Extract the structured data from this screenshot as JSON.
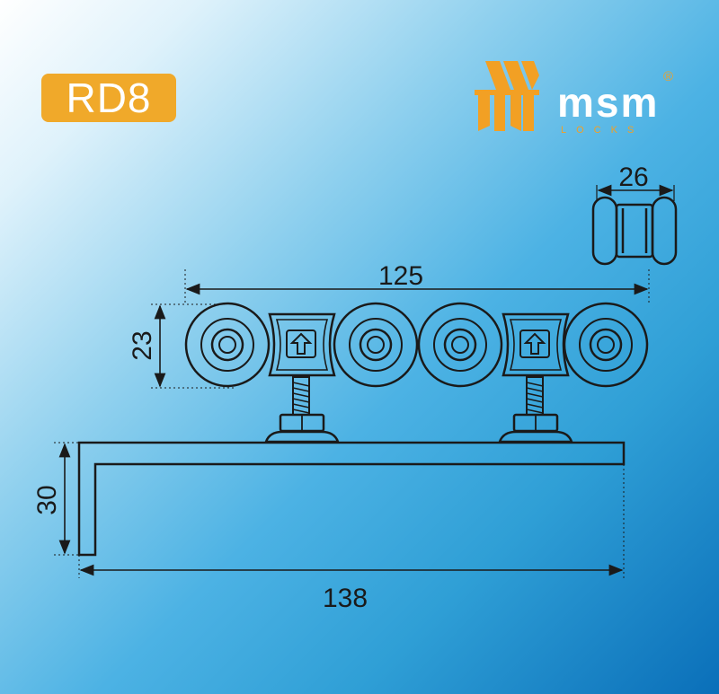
{
  "product": {
    "model": "RD8"
  },
  "brand": {
    "name": "msm",
    "subtitle": "LOCKS",
    "registered_mark": "®",
    "colors": {
      "logo_orange": "#f2a024",
      "logo_text": "#ffffff"
    }
  },
  "dimensions": {
    "wheel_width": "26",
    "carriage_length": "125",
    "carriage_height": "23",
    "bracket_height": "30",
    "bracket_length": "138"
  },
  "icons": {
    "direction_arrow": "up-arrow-icon"
  },
  "colors": {
    "badge": "#f0a92a",
    "line": "#1a1a1a",
    "background_light": "#ffffff",
    "background_dark": "#0a6fb9"
  }
}
